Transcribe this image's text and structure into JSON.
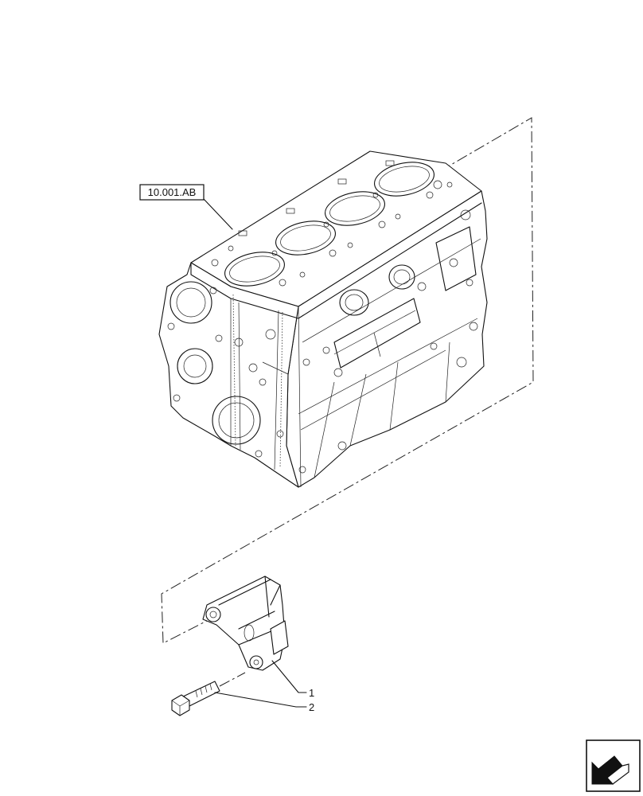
{
  "reference_label": "10.001.AB",
  "callouts": [
    {
      "number": "1"
    },
    {
      "number": "2"
    }
  ],
  "icons": {
    "navigation": "arrow-icon"
  }
}
